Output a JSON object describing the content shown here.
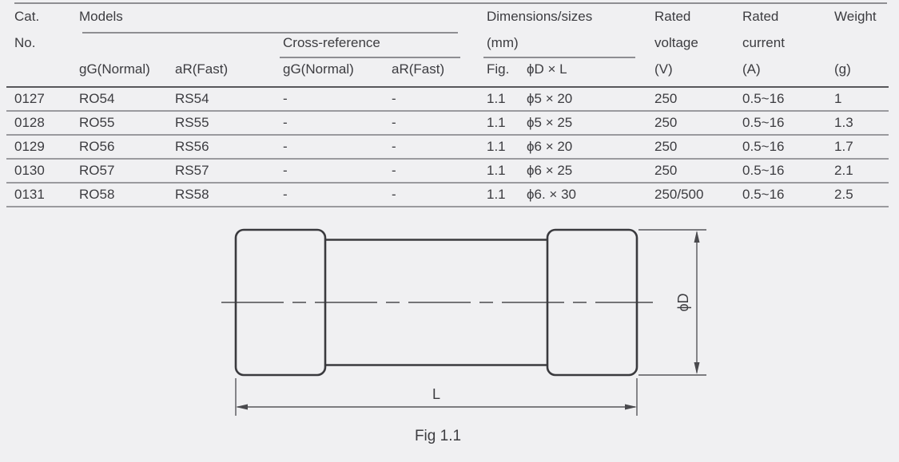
{
  "background_color": "#f0f0f2",
  "colors": {
    "text": "#3c3c40",
    "rule_light": "#9a9a9e",
    "rule_dark": "#57575b",
    "drawing_line": "#3a3a3e"
  },
  "table": {
    "header": {
      "cat_line1": "Cat.",
      "cat_line2": "No.",
      "models_group": "Models",
      "cross_reference_group": "Cross-reference",
      "dimensions_line1": "Dimensions/sizes",
      "dimensions_line2": "(mm)",
      "rated_voltage_line1": "Rated",
      "rated_voltage_line2": "voltage",
      "rated_voltage_unit": "(V)",
      "rated_current_line1": "Rated",
      "rated_current_line2": "current",
      "rated_current_unit": "(A)",
      "weight_line1": "Weight",
      "weight_unit": "(g)",
      "sub": {
        "models_gg": "gG(Normal)",
        "models_ar": "aR(Fast)",
        "cross_gg": "gG(Normal)",
        "cross_ar": "aR(Fast)",
        "fig": "Fig.",
        "d_x_l": "ϕD × L"
      }
    },
    "rows": [
      {
        "cat": "0127",
        "gg": "RO54",
        "ar": "RS54",
        "xgg": "-",
        "xar": "-",
        "fig": "1.1",
        "dxl": "ϕ5 × 20",
        "voltage": "250",
        "current": "0.5~16",
        "weight": "1"
      },
      {
        "cat": "0128",
        "gg": "RO55",
        "ar": "RS55",
        "xgg": "-",
        "xar": "-",
        "fig": "1.1",
        "dxl": "ϕ5 × 25",
        "voltage": "250",
        "current": "0.5~16",
        "weight": "1.3"
      },
      {
        "cat": "0129",
        "gg": "RO56",
        "ar": "RS56",
        "xgg": "-",
        "xar": "-",
        "fig": "1.1",
        "dxl": "ϕ6 × 20",
        "voltage": "250",
        "current": "0.5~16",
        "weight": "1.7"
      },
      {
        "cat": "0130",
        "gg": "RO57",
        "ar": "RS57",
        "xgg": "-",
        "xar": "-",
        "fig": "1.1",
        "dxl": "ϕ6 × 25",
        "voltage": "250",
        "current": "0.5~16",
        "weight": "2.1"
      },
      {
        "cat": "0131",
        "gg": "RO58",
        "ar": "RS58",
        "xgg": "-",
        "xar": "-",
        "fig": "1.1",
        "dxl": "ϕ6. × 30",
        "voltage": "250/500",
        "current": "0.5~16",
        "weight": "2.5"
      }
    ]
  },
  "figure": {
    "diameter_label": "ϕD",
    "length_label": "L",
    "caption": "Fig 1.1"
  }
}
